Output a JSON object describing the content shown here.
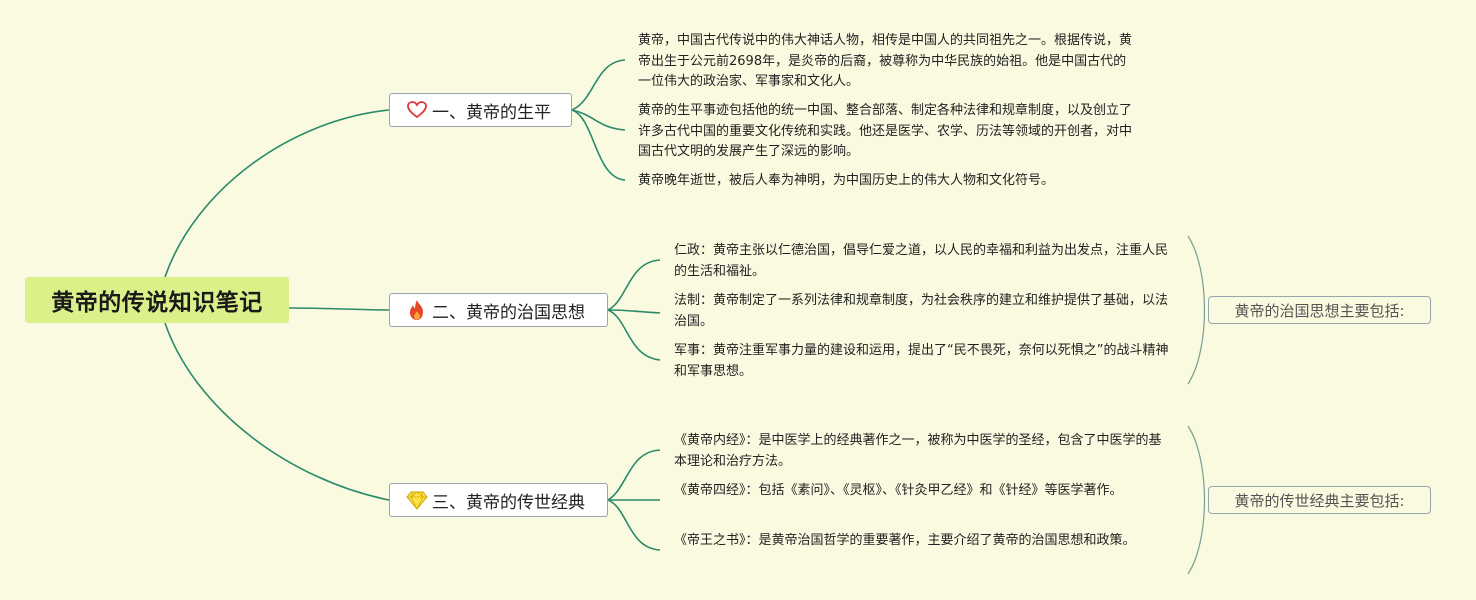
{
  "root": {
    "title": "黄帝的传说知识笔记"
  },
  "branches": [
    {
      "label": "一、黄帝的生平",
      "icon": "heart-icon",
      "leaves": [
        "黄帝，中国古代传说中的伟大神话人物，相传是中国人的共同祖先之一。根据传说，黄帝出生于公元前2698年，是炎帝的后裔，被尊称为中华民族的始祖。他是中国古代的一位伟大的政治家、军事家和文化人。",
        "黄帝的生平事迹包括他的统一中国、整合部落、制定各种法律和规章制度，以及创立了许多古代中国的重要文化传统和实践。他还是医学、农学、历法等领域的开创者，对中国古代文明的发展产生了深远的影响。",
        "黄帝晚年逝世，被后人奉为神明，为中国历史上的伟大人物和文化符号。"
      ]
    },
    {
      "label": "二、黄帝的治国思想",
      "icon": "fire-icon",
      "summary": "黄帝的治国思想主要包括:",
      "leaves": [
        "仁政：黄帝主张以仁德治国，倡导仁爱之道，以人民的幸福和利益为出发点，注重人民的生活和福祉。",
        "法制：黄帝制定了一系列法律和规章制度，为社会秩序的建立和维护提供了基础，以法治国。",
        "军事：黄帝注重军事力量的建设和运用，提出了“民不畏死，奈何以死惧之”的战斗精神和军事思想。"
      ]
    },
    {
      "label": "三、黄帝的传世经典",
      "icon": "diamond-icon",
      "summary": "黄帝的传世经典主要包括:",
      "leaves": [
        "《黄帝内经》：是中医学上的经典著作之一，被称为中医学的圣经，包含了中医学的基本理论和治疗方法。",
        "《黄帝四经》：包括《素问》、《灵枢》、《针灸甲乙经》和《针经》等医学著作。",
        "《帝王之书》：是黄帝治国哲学的重要著作，主要介绍了黄帝的治国思想和政策。"
      ]
    }
  ],
  "colors": {
    "background": "#fafae0",
    "root_fill": "#dcf08a",
    "link": "#2a8a6a",
    "bracket": "#7a9e94"
  }
}
